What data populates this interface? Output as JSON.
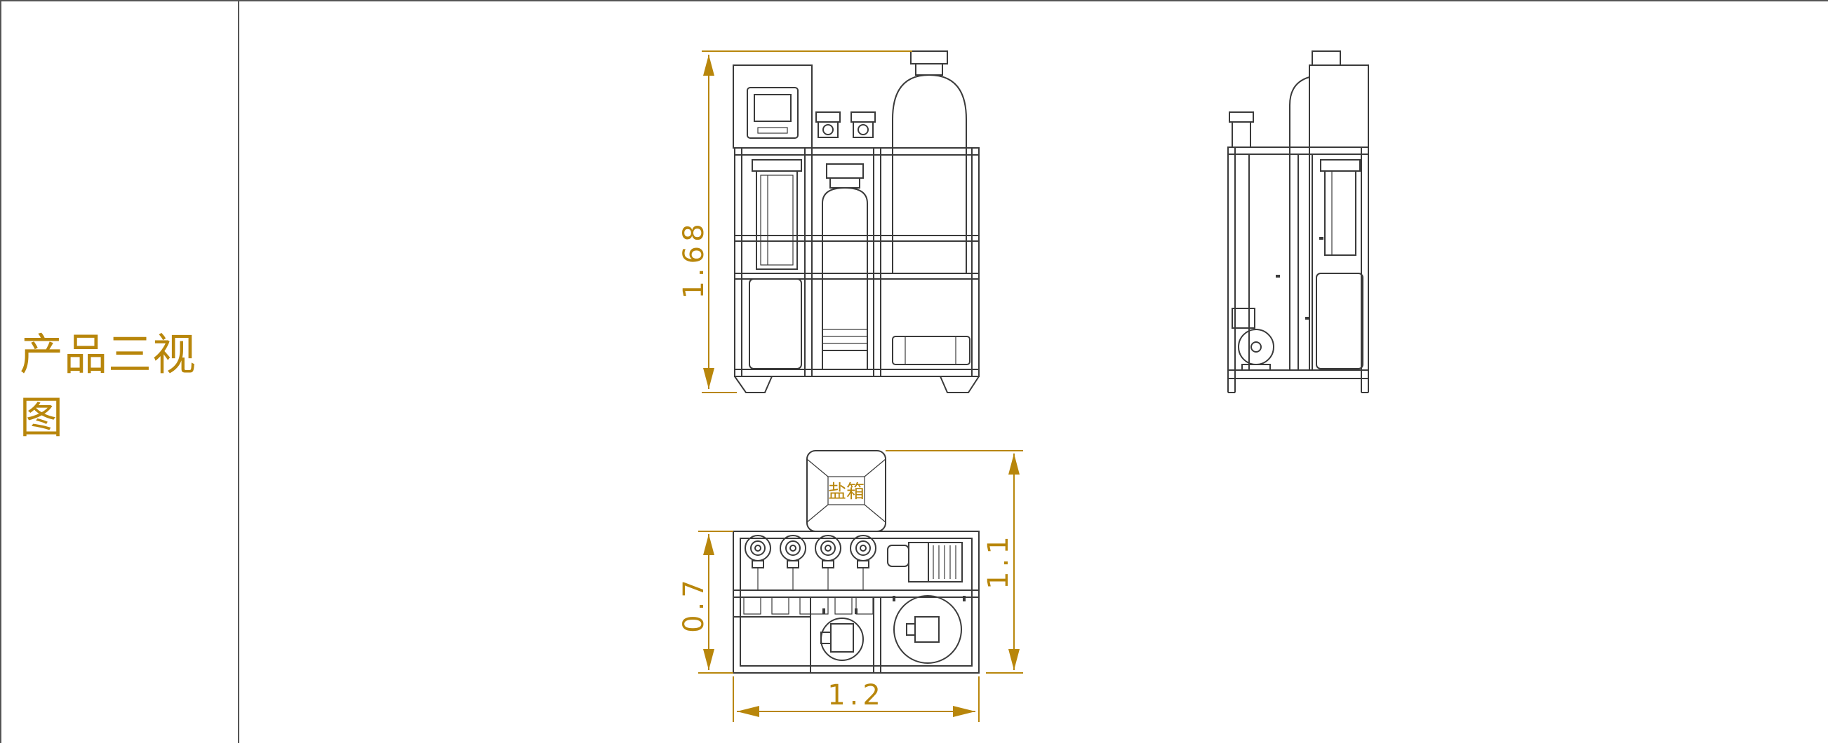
{
  "sheet": {
    "label": "产品三视图"
  },
  "drawing": {
    "front_height_dim": "1.68",
    "top_depth_dim": "0.7",
    "top_total_depth_dim": "1.1",
    "top_width_dim": "1.2",
    "salt_box_label": "盐箱"
  },
  "colors": {
    "dimension": "#b8860b",
    "linework": "#3a3a3a",
    "border": "#555555"
  }
}
